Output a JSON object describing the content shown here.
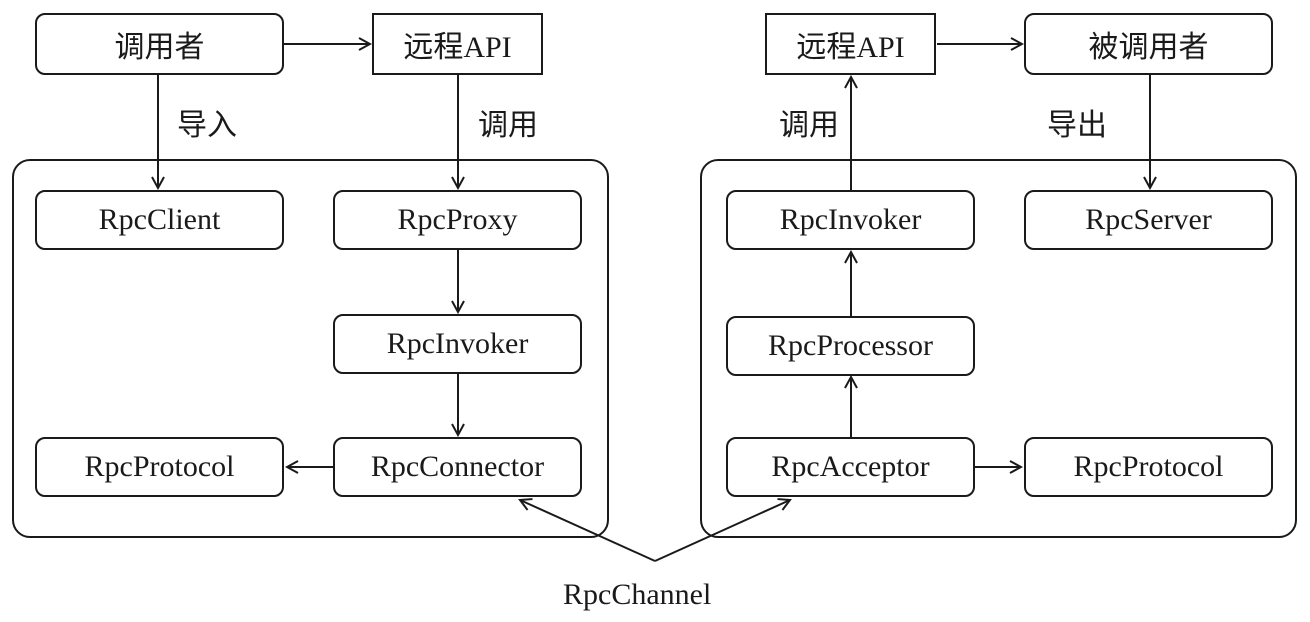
{
  "left": {
    "caller": "调用者",
    "remote_api": "远程API",
    "import_label": "导入",
    "invoke_label": "调用",
    "rpc_client": "RpcClient",
    "rpc_proxy": "RpcProxy",
    "rpc_invoker": "RpcInvoker",
    "rpc_protocol": "RpcProtocol",
    "rpc_connector": "RpcConnector"
  },
  "right": {
    "remote_api": "远程API",
    "callee": "被调用者",
    "invoke_label": "调用",
    "export_label": "导出",
    "rpc_invoker": "RpcInvoker",
    "rpc_server": "RpcServer",
    "rpc_processor": "RpcProcessor",
    "rpc_acceptor": "RpcAcceptor",
    "rpc_protocol": "RpcProtocol"
  },
  "channel": {
    "label": "RpcChannel"
  }
}
